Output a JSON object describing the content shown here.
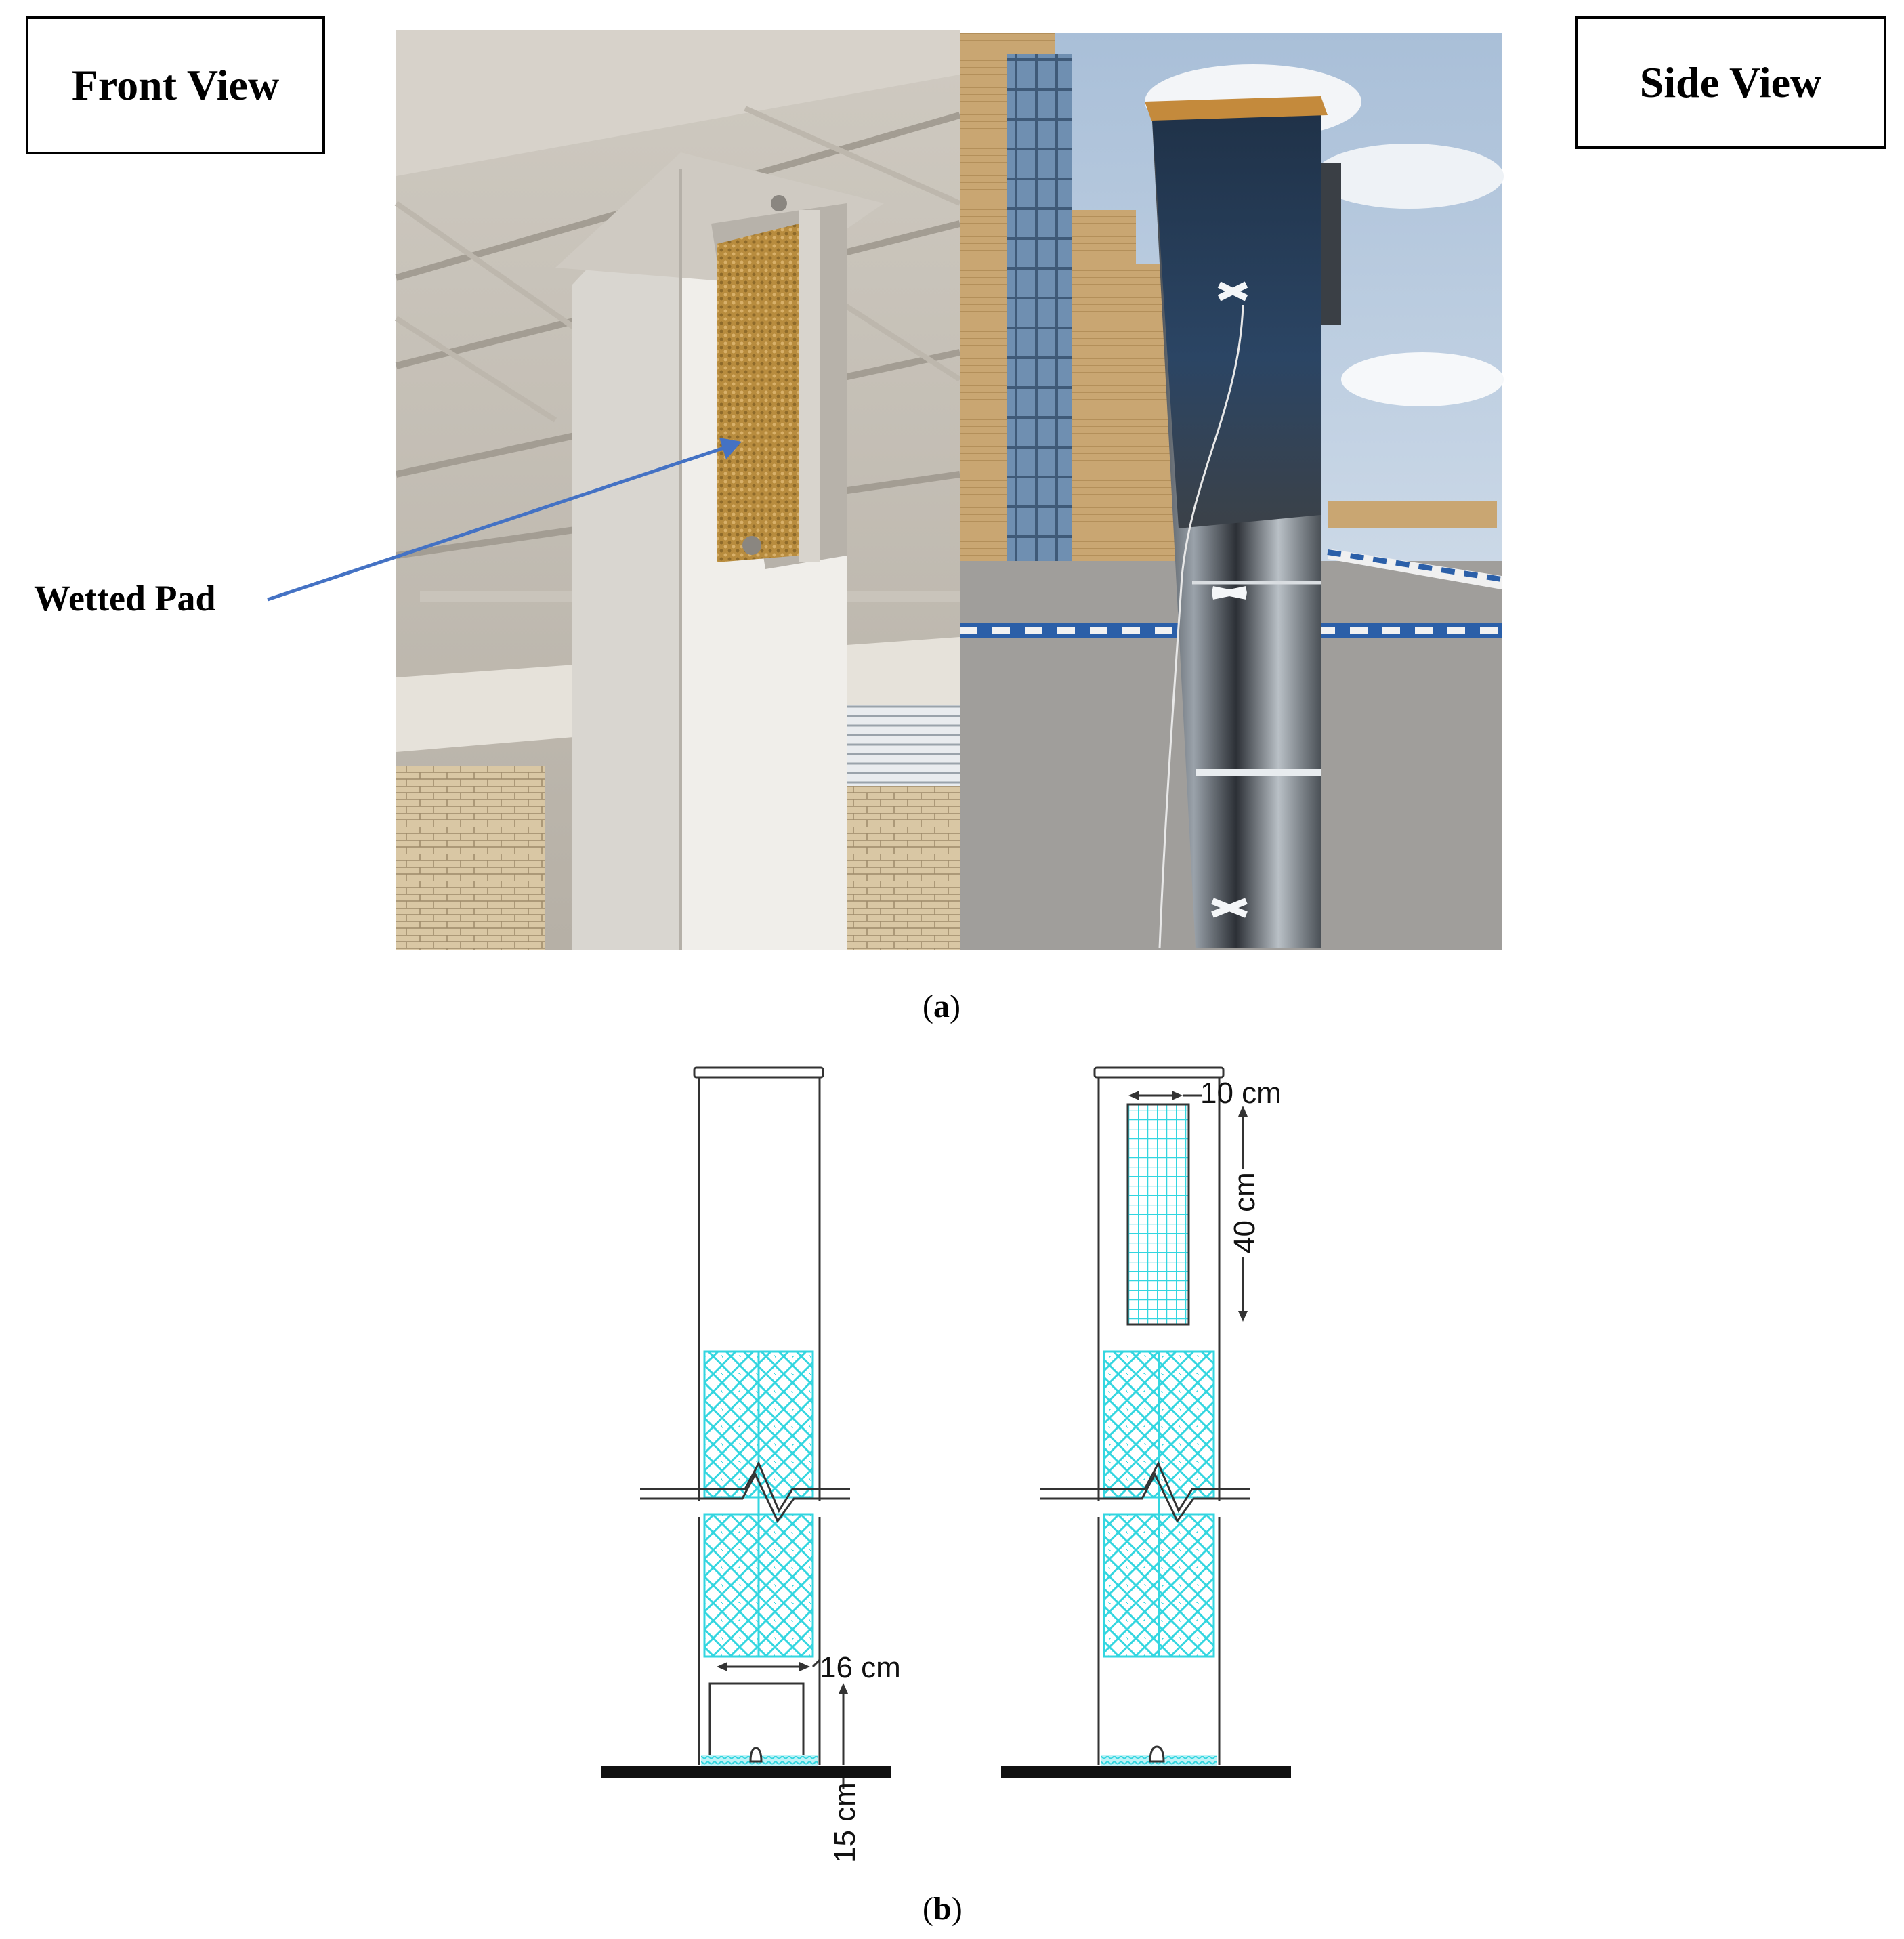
{
  "labels": {
    "front_view": "Front View",
    "side_view": "Side View",
    "wetted_pad": "Wetted Pad"
  },
  "captions": {
    "a_open": "(",
    "a_letter": "a",
    "a_close": ")",
    "b_open": "(",
    "b_letter": "b",
    "b_close": ")"
  },
  "dimensions": {
    "width_16": "16 cm",
    "height_15": "15 cm",
    "width_10": "10 cm",
    "height_40": "40 cm"
  },
  "colors": {
    "pad_cyan": "#33d6e0",
    "arrow_blue": "#4472c4",
    "foil_dark": "#1f3147",
    "sky": "#b9cbe0"
  }
}
